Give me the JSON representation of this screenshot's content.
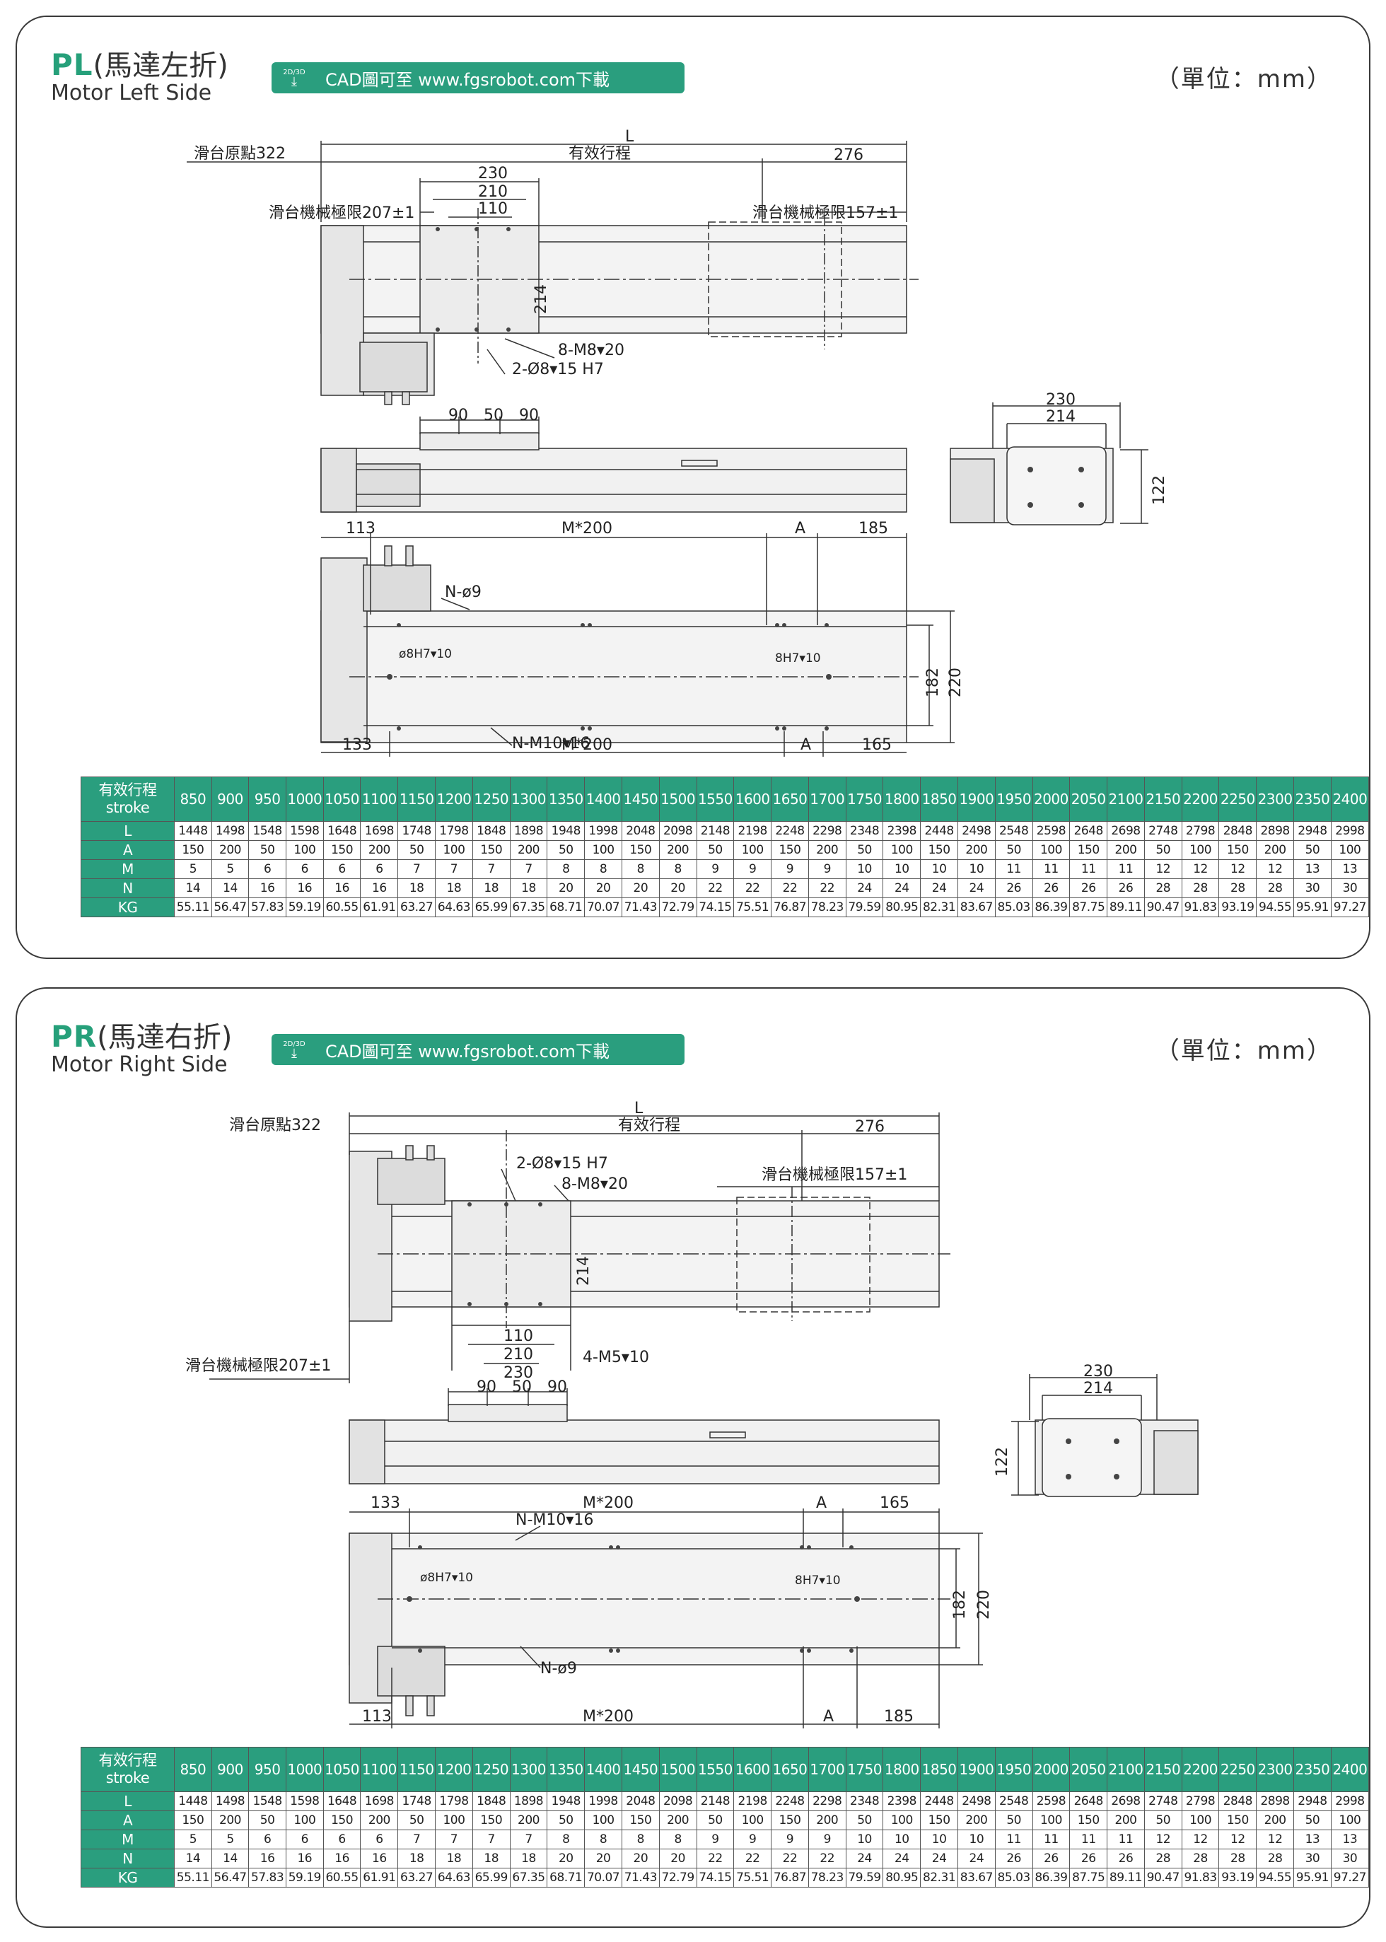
{
  "unit_label": "（單位：mm）",
  "cad_badge": {
    "icon_label": "2D/3D",
    "text": "CAD圖可至 www.fgsrobot.com下載"
  },
  "pl": {
    "code": "PL",
    "title_cn": "(馬達左折)",
    "title_en": "Motor Left Side",
    "labels": {
      "L": "L",
      "origin": "滑台原點322",
      "stroke": "有效行程",
      "d276": "276",
      "d230": "230",
      "d210": "210",
      "d110": "110",
      "limit_left": "滑台機械極限207±1",
      "limit_right": "滑台機械極限157±1",
      "d214": "214",
      "m8": "8-M8▾20",
      "pin": "2-Ø8▾15 H7",
      "d90a": "90",
      "d50": "50",
      "d90b": "90",
      "end_230": "230",
      "end_214": "214",
      "end_122": "122",
      "d113": "113",
      "m200_top": "M*200",
      "a_top": "A",
      "d185": "185",
      "n9": "N-ø9",
      "hole_left": "ø8H7▾10",
      "hole_right": "8H7▾10",
      "d182": "182",
      "d220": "220",
      "m10": "N-M10▾16",
      "d133": "133",
      "m200_bot": "M*200",
      "a_bot": "A",
      "d165": "165"
    }
  },
  "pr": {
    "code": "PR",
    "title_cn": "(馬達右折)",
    "title_en": "Motor Right Side",
    "labels": {
      "L": "L",
      "origin": "滑台原點322",
      "stroke": "有效行程",
      "d276": "276",
      "pin": "2-Ø8▾15 H7",
      "m8": "8-M8▾20",
      "limit_right": "滑台機械極限157±1",
      "d214": "214",
      "d110": "110",
      "d210": "210",
      "d230": "230",
      "m5": "4-M5▾10",
      "limit_left": "滑台機械極限207±1",
      "d90a": "90",
      "d50": "50",
      "d90b": "90",
      "end_230": "230",
      "end_214": "214",
      "end_122": "122",
      "d133": "133",
      "m200_top": "M*200",
      "a_top": "A",
      "d165": "165",
      "m10": "N-M10▾16",
      "hole_left": "ø8H7▾10",
      "hole_right": "8H7▾10",
      "d182": "182",
      "d220": "220",
      "n9": "N-ø9",
      "d113": "113",
      "m200_bot": "M*200",
      "a_bot": "A",
      "d185": "185"
    }
  },
  "spec_table": {
    "header_label": "有效行程\nstroke",
    "strokes": [
      "850",
      "900",
      "950",
      "1000",
      "1050",
      "1100",
      "1150",
      "1200",
      "1250",
      "1300",
      "1350",
      "1400",
      "1450",
      "1500",
      "1550",
      "1600",
      "1650",
      "1700",
      "1750",
      "1800",
      "1850",
      "1900",
      "1950",
      "2000",
      "2050",
      "2100",
      "2150",
      "2200",
      "2250",
      "2300",
      "2350",
      "2400"
    ],
    "rows": [
      {
        "label": "L",
        "values": [
          "1448",
          "1498",
          "1548",
          "1598",
          "1648",
          "1698",
          "1748",
          "1798",
          "1848",
          "1898",
          "1948",
          "1998",
          "2048",
          "2098",
          "2148",
          "2198",
          "2248",
          "2298",
          "2348",
          "2398",
          "2448",
          "2498",
          "2548",
          "2598",
          "2648",
          "2698",
          "2748",
          "2798",
          "2848",
          "2898",
          "2948",
          "2998"
        ]
      },
      {
        "label": "A",
        "values": [
          "150",
          "200",
          "50",
          "100",
          "150",
          "200",
          "50",
          "100",
          "150",
          "200",
          "50",
          "100",
          "150",
          "200",
          "50",
          "100",
          "150",
          "200",
          "50",
          "100",
          "150",
          "200",
          "50",
          "100",
          "150",
          "200",
          "50",
          "100",
          "150",
          "200",
          "50",
          "100"
        ]
      },
      {
        "label": "M",
        "values": [
          "5",
          "5",
          "6",
          "6",
          "6",
          "6",
          "7",
          "7",
          "7",
          "7",
          "8",
          "8",
          "8",
          "8",
          "9",
          "9",
          "9",
          "9",
          "10",
          "10",
          "10",
          "10",
          "11",
          "11",
          "11",
          "11",
          "12",
          "12",
          "12",
          "12",
          "13",
          "13"
        ]
      },
      {
        "label": "N",
        "values": [
          "14",
          "14",
          "16",
          "16",
          "16",
          "16",
          "18",
          "18",
          "18",
          "18",
          "20",
          "20",
          "20",
          "20",
          "22",
          "22",
          "22",
          "22",
          "24",
          "24",
          "24",
          "24",
          "26",
          "26",
          "26",
          "26",
          "28",
          "28",
          "28",
          "28",
          "30",
          "30"
        ]
      },
      {
        "label": "KG",
        "values": [
          "55.11",
          "56.47",
          "57.83",
          "59.19",
          "60.55",
          "61.91",
          "63.27",
          "64.63",
          "65.99",
          "67.35",
          "68.71",
          "70.07",
          "71.43",
          "72.79",
          "74.15",
          "75.51",
          "76.87",
          "78.23",
          "79.59",
          "80.95",
          "82.31",
          "83.67",
          "85.03",
          "86.39",
          "87.75",
          "89.11",
          "90.47",
          "91.83",
          "93.19",
          "94.55",
          "95.91",
          "97.27"
        ]
      }
    ]
  }
}
